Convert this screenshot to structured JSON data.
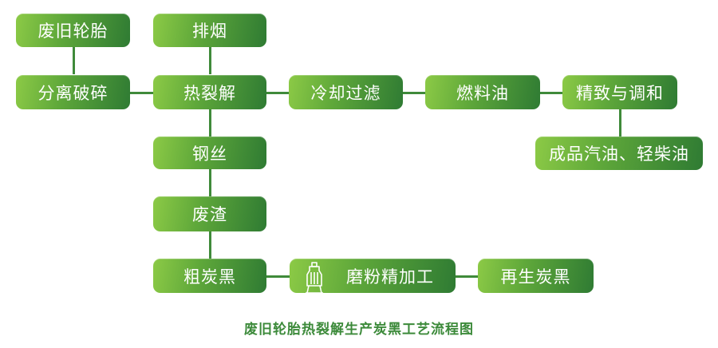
{
  "nodes": {
    "waste_tire": "废旧轮胎",
    "crushing": "分离破碎",
    "smoke_exhaust": "排烟",
    "pyrolysis": "热裂解",
    "cooling_filter": "冷却过滤",
    "fuel_oil": "燃料油",
    "refine_blend": "精致与调和",
    "finished_products": "成品汽油、轻柴油",
    "steel_wire": "钢丝",
    "waste_residue": "废渣",
    "crude_carbon_black": "粗炭黑",
    "grinding": "磨粉精加工",
    "recycled_carbon_black": "再生炭黑"
  },
  "icons": {
    "grinding_box": "grinding-mill-icon"
  },
  "caption": "废旧轮胎热裂解生产炭黑工艺流程图",
  "colors": {
    "box_light": "#8cca46",
    "box_dark": "#2f7b33",
    "connector": "#3f8a3a",
    "caption": "#3c8a3a",
    "text": "#ffffff"
  }
}
